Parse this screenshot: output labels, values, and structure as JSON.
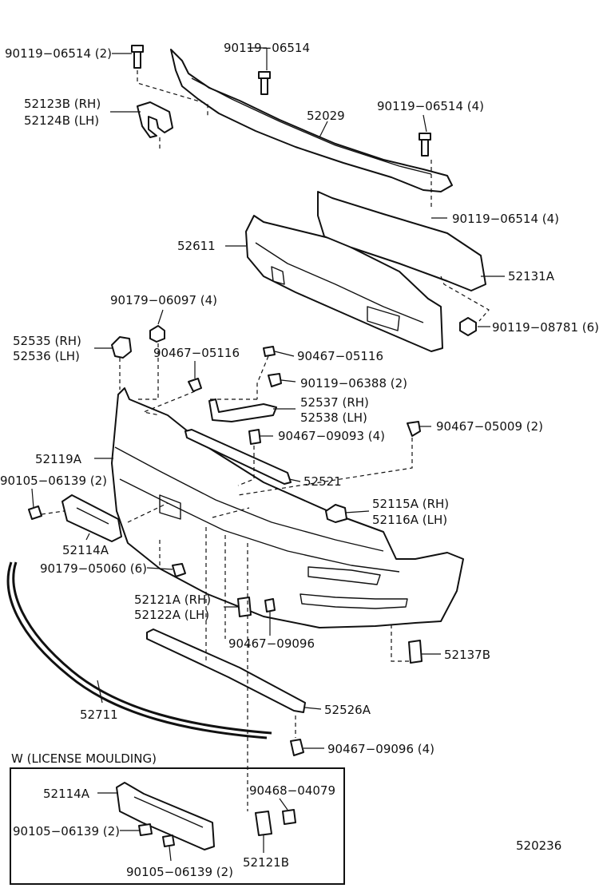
{
  "labels": {
    "bolt_top_left": "90119−06514 (2)",
    "bolt_top_center": "90119−06514",
    "bolt_top_right": "90119−06514 (4)",
    "bracket_rh": "52123B (RH)",
    "bracket_lh": "52124B (LH)",
    "reinforcement": "52029",
    "bolt_reinf_right": "90119−06514 (4)",
    "absorber": "52611",
    "retainer_upper": "52131A",
    "nut_side": "90179−06097 (4)",
    "clip_upper_right": "90119−08781 (6)",
    "side_retainer_rh": "52535 (RH)",
    "side_retainer_lh": "52536 (LH)",
    "clip_a": "90467−05116",
    "clip_b": "90467−05116",
    "bolt_small": "90119−06388 (2)",
    "support_rh": "52537 (RH)",
    "support_lh": "52538 (LH)",
    "clip_c": "90467−05009 (2)",
    "clip_d": "90467−09093 (4)",
    "bumper_cover": "52119A",
    "bolt_license_side": "90105−06139 (2)",
    "moulding_strip": "52521",
    "extension_rh": "52115A (RH)",
    "extension_lh": "52116A (LH)",
    "license_bracket": "52114A",
    "nut_lower": "90179−05060 (6)",
    "lower_retainer_rh": "52121A (RH)",
    "lower_retainer_lh": "52122A (LH)",
    "clip_e": "90467−09096",
    "retainer_lower_right": "52137B",
    "spoiler_moulding": "52711",
    "lower_strip": "52526A",
    "clip_f": "90467−09096 (4)",
    "inset_title": "W (LICENSE MOULDING)",
    "inset_bracket": "52114A",
    "inset_clip": "90468−04079",
    "inset_bolt_a": "90105−06139 (2)",
    "inset_bolt_b": "90105−06139 (2)",
    "inset_retainer": "52121B",
    "diagram_id": "520236"
  }
}
